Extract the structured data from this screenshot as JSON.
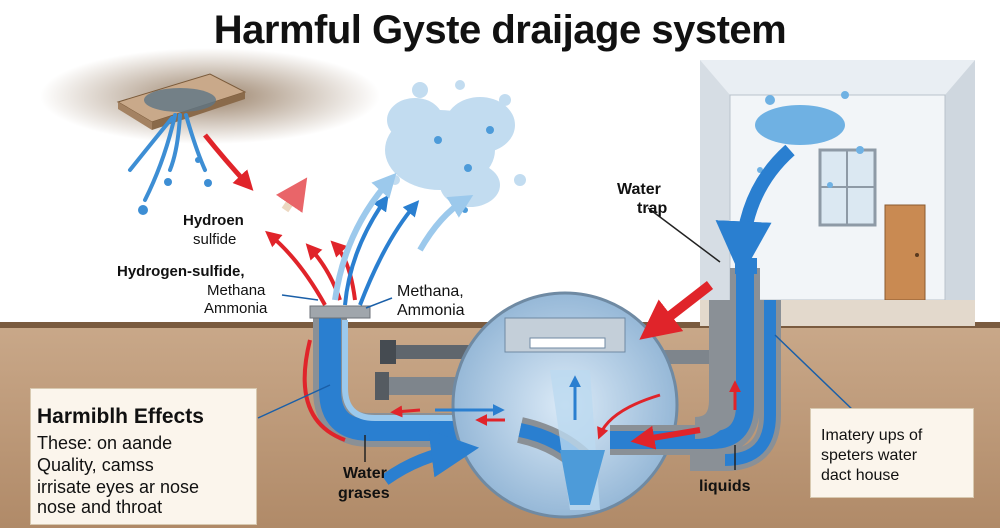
{
  "title": "Harmful Gyste draijage system",
  "labels": {
    "hydroen": "Hydroen",
    "sulfide": "sulfide",
    "hs_line1": "Hydrogen-sulfide,",
    "hs_line2": "Methana",
    "hs_line3": "Ammonia",
    "center_line1": "Methana,",
    "center_line2": "Ammonia",
    "water_trap_1": "Water",
    "water_trap_2": "trap",
    "water_grases_1": "Water",
    "water_grases_2": "grases",
    "liquids": "liquids"
  },
  "effects": {
    "heading": "Harmiblh Effects",
    "line1": "These: on aande",
    "line2": "Quality, camss",
    "line3": "irrisate eyes ar nose",
    "line4": "nose  and  throat"
  },
  "info": {
    "line1": "Imatery ups of",
    "line2": "speters water",
    "line3": "dact house"
  },
  "colors": {
    "gas_arrow_red": "#e0242a",
    "water_blue": "#2a7fd0",
    "light_blue": "#9cc9ec",
    "ground": "#b99576",
    "pipe_gray": "#8a9096",
    "ceiling_stain": "#7a5a3a"
  }
}
